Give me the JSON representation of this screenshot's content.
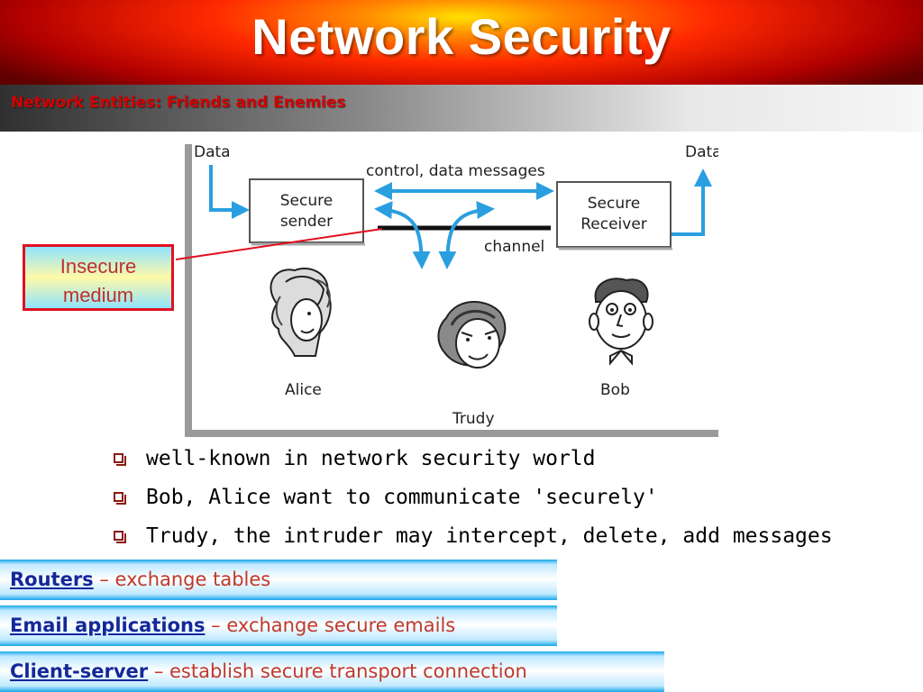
{
  "header": {
    "title": "Network Security"
  },
  "subtitle": "Network Entities:  Friends and Enemies",
  "diagram": {
    "data_left": "Data",
    "data_right": "Data",
    "control_label": "control, data messages",
    "sender_line1": "Secure",
    "sender_line2": "sender",
    "receiver_line1": "Secure",
    "receiver_line2": "Receiver",
    "channel_label": "channel",
    "alice": "Alice",
    "bob": "Bob",
    "trudy": "Trudy"
  },
  "callout": {
    "line1": "Insecure",
    "line2": "medium"
  },
  "bullets": [
    "well-known in network security world",
    "Bob, Alice want to communicate 'securely'",
    "Trudy, the intruder may intercept, delete, add messages"
  ],
  "bars": [
    {
      "term": "Routers",
      "desc": " – exchange tables"
    },
    {
      "term": "Email applications",
      "desc": " – exchange secure emails"
    },
    {
      "term": "Client-server",
      "desc": " – establish secure transport connection"
    }
  ],
  "colors": {
    "title_red": "#d40000",
    "callout_border": "#e01020",
    "bar_term": "#14289a",
    "bar_desc": "#c0392b",
    "arrow_blue": "#2a9fe0"
  }
}
